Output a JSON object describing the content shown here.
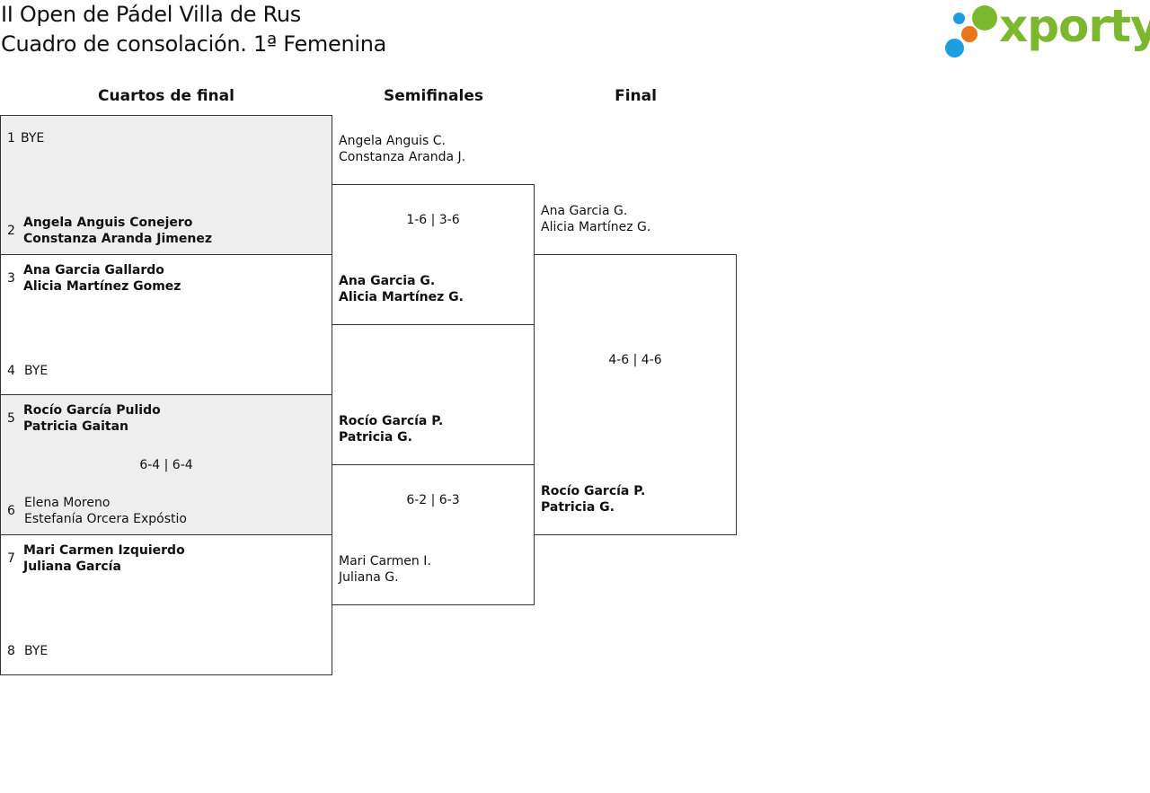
{
  "header": {
    "title_line1": "II Open de Pádel Villa de Rus",
    "title_line2": "Cuadro de consolación. 1ª Femenina",
    "logo_text": "xporty",
    "logo_colors": {
      "blue": "#1e9ee0",
      "orange": "#e8741c",
      "green": "#7cb82f"
    }
  },
  "rounds": {
    "quarterfinals": "Cuartos de final",
    "semifinals": "Semifinales",
    "final": "Final"
  },
  "quarterfinals": [
    {
      "seed_a": "1",
      "a1": "BYE",
      "seed_b": "2",
      "b1": "Angela Anguis Conejero",
      "b2": "Constanza Aranda Jimenez",
      "score": ""
    },
    {
      "seed_a": "3",
      "a1": "Ana Garcia Gallardo",
      "a2": "Alicia Martínez Gomez",
      "seed_b": "4",
      "b1": "BYE",
      "score": ""
    },
    {
      "seed_a": "5",
      "a1": "Rocío García Pulido",
      "a2": "Patricia Gaitan",
      "seed_b": "6",
      "b1": "Elena Moreno",
      "b2": "Estefanía Orcera Expóstio",
      "score": "6-4 | 6-4"
    },
    {
      "seed_a": "7",
      "a1": "Mari Carmen Izquierdo",
      "a2": "Juliana García",
      "seed_b": "8",
      "b1": "BYE",
      "score": ""
    }
  ],
  "semifinals": [
    {
      "a1": "Angela Anguis C.",
      "a2": "Constanza Aranda J.",
      "b1": "Ana Garcia G.",
      "b2": "Alicia Martínez G.",
      "score": "1-6 | 3-6"
    },
    {
      "a1": "Rocío García P.",
      "a2": "Patricia G.",
      "b1": "Mari Carmen I.",
      "b2": "Juliana G.",
      "score": "6-2 | 6-3"
    }
  ],
  "final": {
    "a1": "Ana Garcia G.",
    "a2": "Alicia Martínez G.",
    "b1": "Rocío García P.",
    "b2": "Patricia G.",
    "score": "4-6 | 4-6"
  }
}
